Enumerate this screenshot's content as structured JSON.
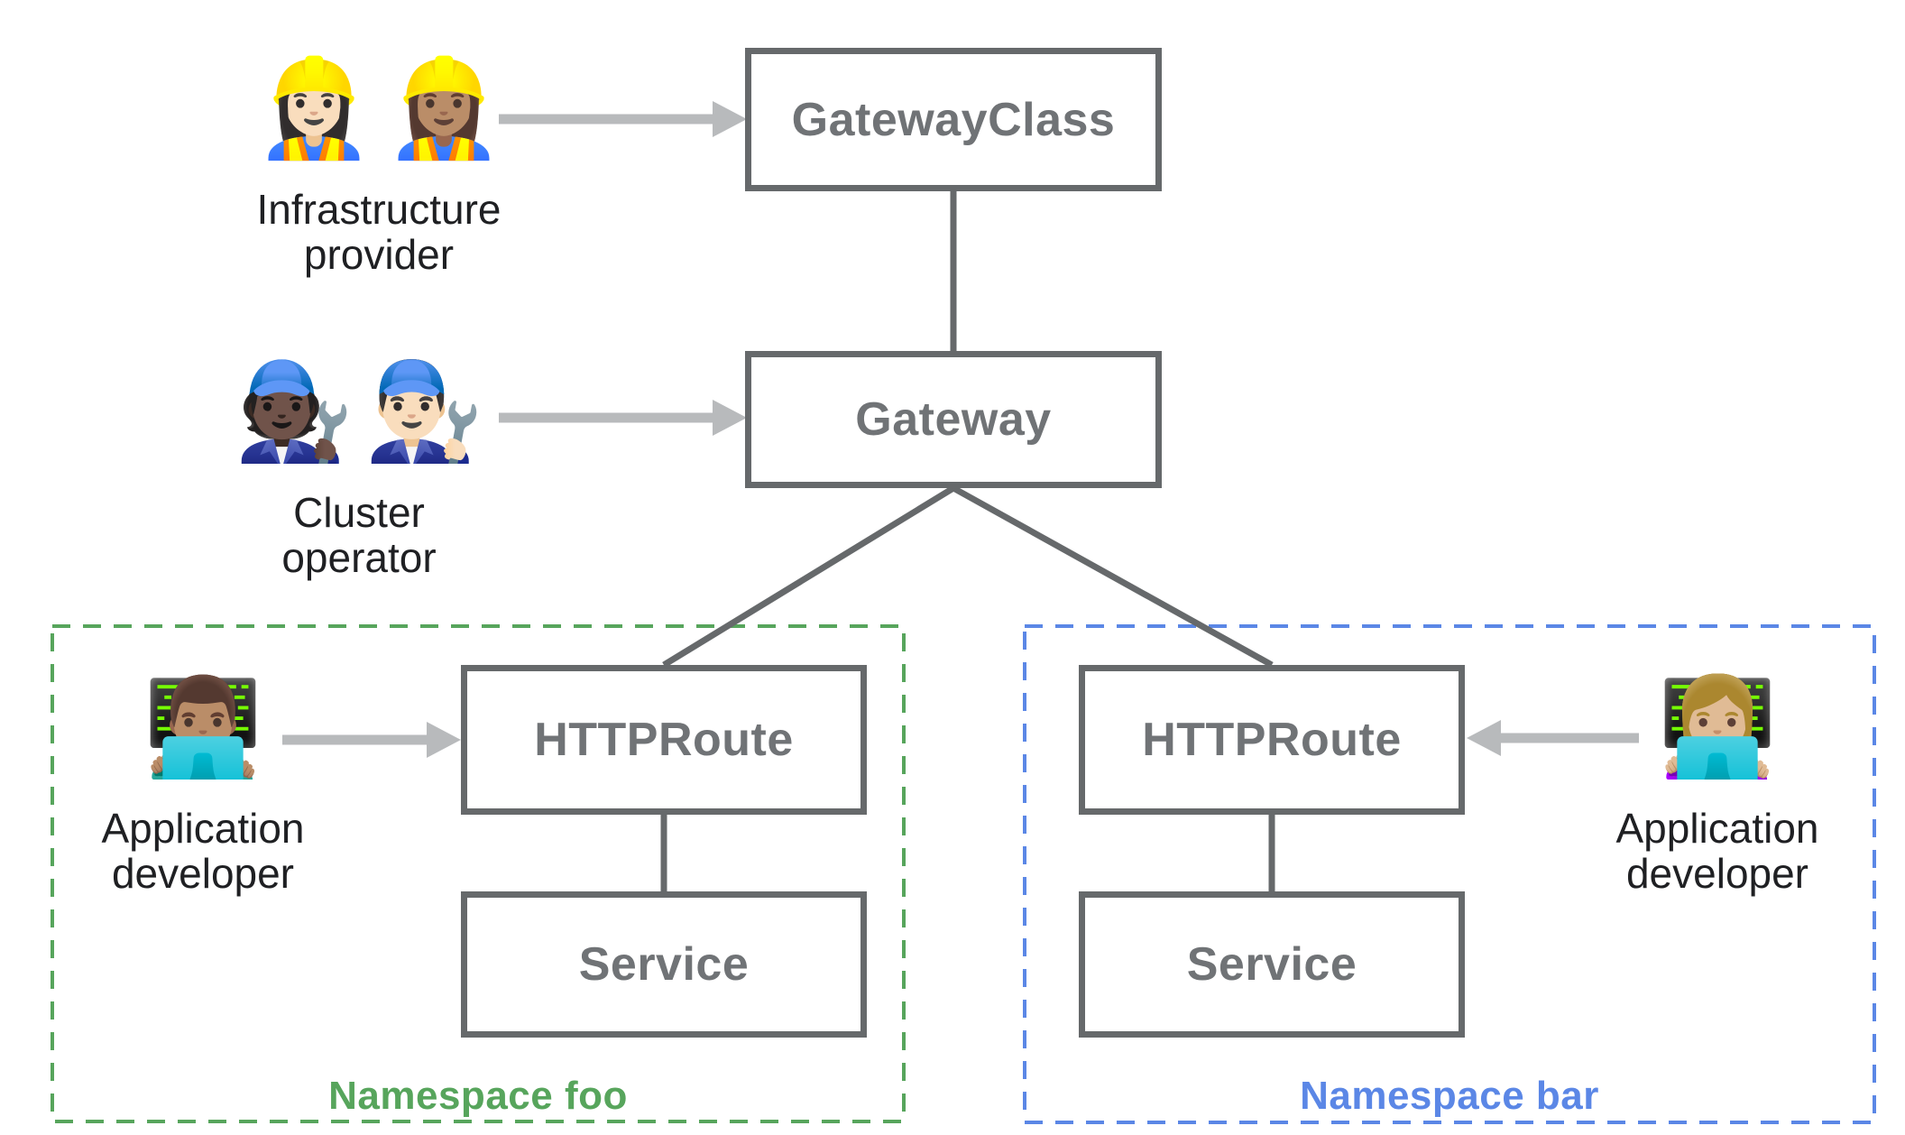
{
  "nodes": {
    "gateway_class": {
      "label": "GatewayClass"
    },
    "gateway": {
      "label": "Gateway"
    },
    "httproute_foo": {
      "label": "HTTPRoute"
    },
    "service_foo": {
      "label": "Service"
    },
    "httproute_bar": {
      "label": "HTTPRoute"
    },
    "service_bar": {
      "label": "Service"
    }
  },
  "personas": {
    "infrastructure_provider": {
      "emoji_left": "👷🏻‍♀️",
      "emoji_right": "👷🏽‍♀️",
      "label": "Infrastructure\nprovider"
    },
    "cluster_operator": {
      "emoji_left": "🧑🏿‍🔧",
      "emoji_right": "👨🏻‍🔧",
      "label": "Cluster\noperator"
    },
    "app_developer_foo": {
      "emoji": "👨🏽‍💻",
      "label": "Application\ndeveloper"
    },
    "app_developer_bar": {
      "emoji": "👩🏼‍💻",
      "label": "Application\ndeveloper"
    }
  },
  "namespaces": {
    "foo": {
      "label": "Namespace foo",
      "color": "#57a55c"
    },
    "bar": {
      "label": "Namespace bar",
      "color": "#5b87e6"
    }
  },
  "colors": {
    "node_border": "#66696b",
    "node_label": "#707376",
    "connector": "#66696b",
    "arrow": "#b8babc",
    "persona_label": "#1f2023",
    "background": "#ffffff"
  }
}
